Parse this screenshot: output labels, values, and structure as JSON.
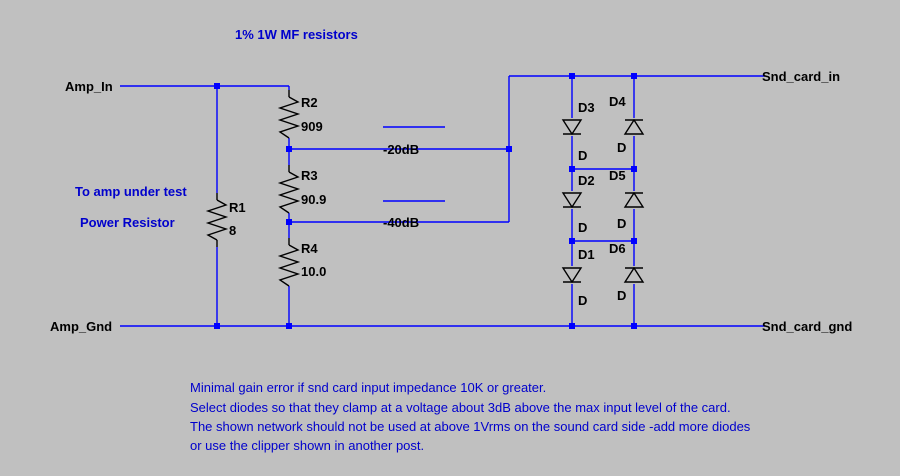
{
  "title": "1% 1W MF resistors",
  "nets": {
    "amp_in": "Amp_In",
    "amp_gnd": "Amp_Gnd",
    "snd_card_in": "Snd_card_in",
    "snd_card_gnd": "Snd_card_gnd"
  },
  "annotations": {
    "to_amp": "To amp under test",
    "power_resistor": "Power Resistor"
  },
  "resistors": {
    "r1": {
      "ref": "R1",
      "value": "8"
    },
    "r2": {
      "ref": "R2",
      "value": "909"
    },
    "r3": {
      "ref": "R3",
      "value": "90.9"
    },
    "r4": {
      "ref": "R4",
      "value": "10.0"
    }
  },
  "taps": {
    "tap20": "-20dB",
    "tap40": "-40dB"
  },
  "diodes": {
    "d1": {
      "ref": "D1",
      "value": "D"
    },
    "d2": {
      "ref": "D2",
      "value": "D"
    },
    "d3": {
      "ref": "D3",
      "value": "D"
    },
    "d4": {
      "ref": "D4",
      "value": "D"
    },
    "d5": {
      "ref": "D5",
      "value": "D"
    },
    "d6": {
      "ref": "D6",
      "value": "D"
    }
  },
  "notes": [
    "Minimal gain error if snd card input impedance 10K or greater.",
    "Select diodes so that they clamp at a voltage about 3dB above the max input level of the card.",
    "The shown network should not be used at above 1Vrms on the sound card side -add more diodes",
    "or use the clipper shown in another post."
  ],
  "colors": {
    "background": "#c0c0c0",
    "wire": "#0000ff",
    "label": "#0000cc",
    "component": "#000000"
  }
}
